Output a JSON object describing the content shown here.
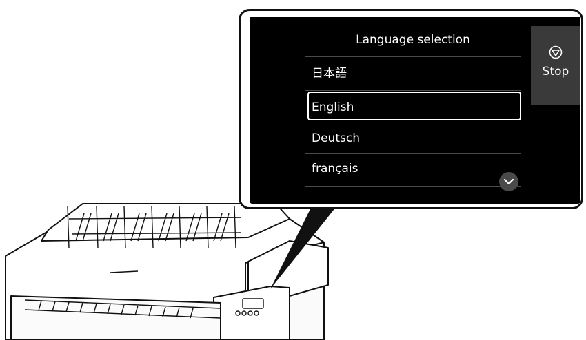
{
  "screen": {
    "title": "Language selection",
    "languages": [
      {
        "label": "日本語",
        "selected": false
      },
      {
        "label": "English",
        "selected": true
      },
      {
        "label": "Deutsch",
        "selected": false
      },
      {
        "label": "français",
        "selected": false
      }
    ],
    "stop_label": "Stop",
    "icons": {
      "stop": "stop-icon",
      "scroll": "chevron-down-icon"
    }
  },
  "colors": {
    "screen_bg": "#000000",
    "text": "#ffffff",
    "stop_bg": "#3a3a3a"
  }
}
